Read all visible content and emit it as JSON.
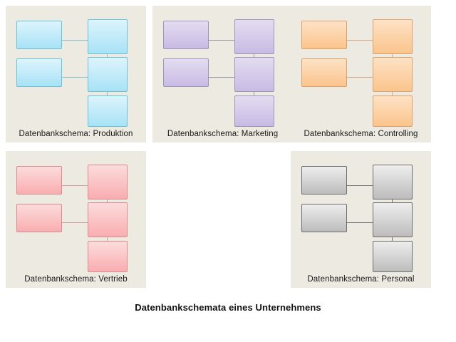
{
  "page": {
    "background_color": "#ffffff",
    "title": "Datenbankschemata eines Unternehmens"
  },
  "panel_style": {
    "background_color": "#edeae1",
    "label_color": "#1a1a1a"
  },
  "diagram_structure": {
    "node_count": 5,
    "node_ids": [
      "left-top",
      "right-top",
      "left-middle",
      "right-middle",
      "right-bottom"
    ],
    "connectors": [
      {
        "from": "left-top",
        "to": "right-top",
        "orientation": "horizontal"
      },
      {
        "from": "right-top",
        "to": "right-middle",
        "orientation": "vertical"
      },
      {
        "from": "left-middle",
        "to": "right-middle",
        "orientation": "horizontal"
      },
      {
        "from": "right-middle",
        "to": "right-bottom",
        "orientation": "vertical"
      }
    ]
  },
  "panels": [
    {
      "id": "produktion",
      "label": "Datenbankschema: Produktion",
      "department": "Produktion",
      "color_name": "light-blue",
      "fill_top": "#ddf4fc",
      "fill_bottom": "#a8e2f6",
      "border_color": "#64c3dd",
      "connector_color": "#8bbfcc",
      "grid_position": {
        "row": 1,
        "column": 1
      }
    },
    {
      "id": "marketing",
      "label": "Datenbankschema: Marketing",
      "department": "Marketing",
      "color_name": "lavender",
      "fill_top": "#e4dcf0",
      "fill_bottom": "#c8bbe4",
      "border_color": "#9f92bc",
      "connector_color": "#9e95ab",
      "grid_position": {
        "row": 1,
        "column": 2
      }
    },
    {
      "id": "controlling",
      "label": "Datenbankschema: Controlling",
      "department": "Controlling",
      "color_name": "orange",
      "fill_top": "#fde2c6",
      "fill_bottom": "#fbc48c",
      "border_color": "#e0a06a",
      "connector_color": "#d9a784",
      "grid_position": {
        "row": 1,
        "column": 3
      }
    },
    {
      "id": "vertrieb",
      "label": "Datenbankschema: Vertrieb",
      "department": "Vertrieb",
      "color_name": "pink-red",
      "fill_top": "#fcdcdc",
      "fill_bottom": "#f9adb0",
      "border_color": "#d98b8f",
      "connector_color": "#d49b98",
      "grid_position": {
        "row": 2,
        "column": 1
      }
    },
    {
      "id": "personal",
      "label": "Datenbankschema: Personal",
      "department": "Personal",
      "color_name": "gray",
      "fill_top": "#eeeeee",
      "fill_bottom": "#bcbcbc",
      "border_color": "#6d6d6d",
      "connector_color": "#757470",
      "grid_position": {
        "row": 2,
        "column": 3
      }
    }
  ]
}
